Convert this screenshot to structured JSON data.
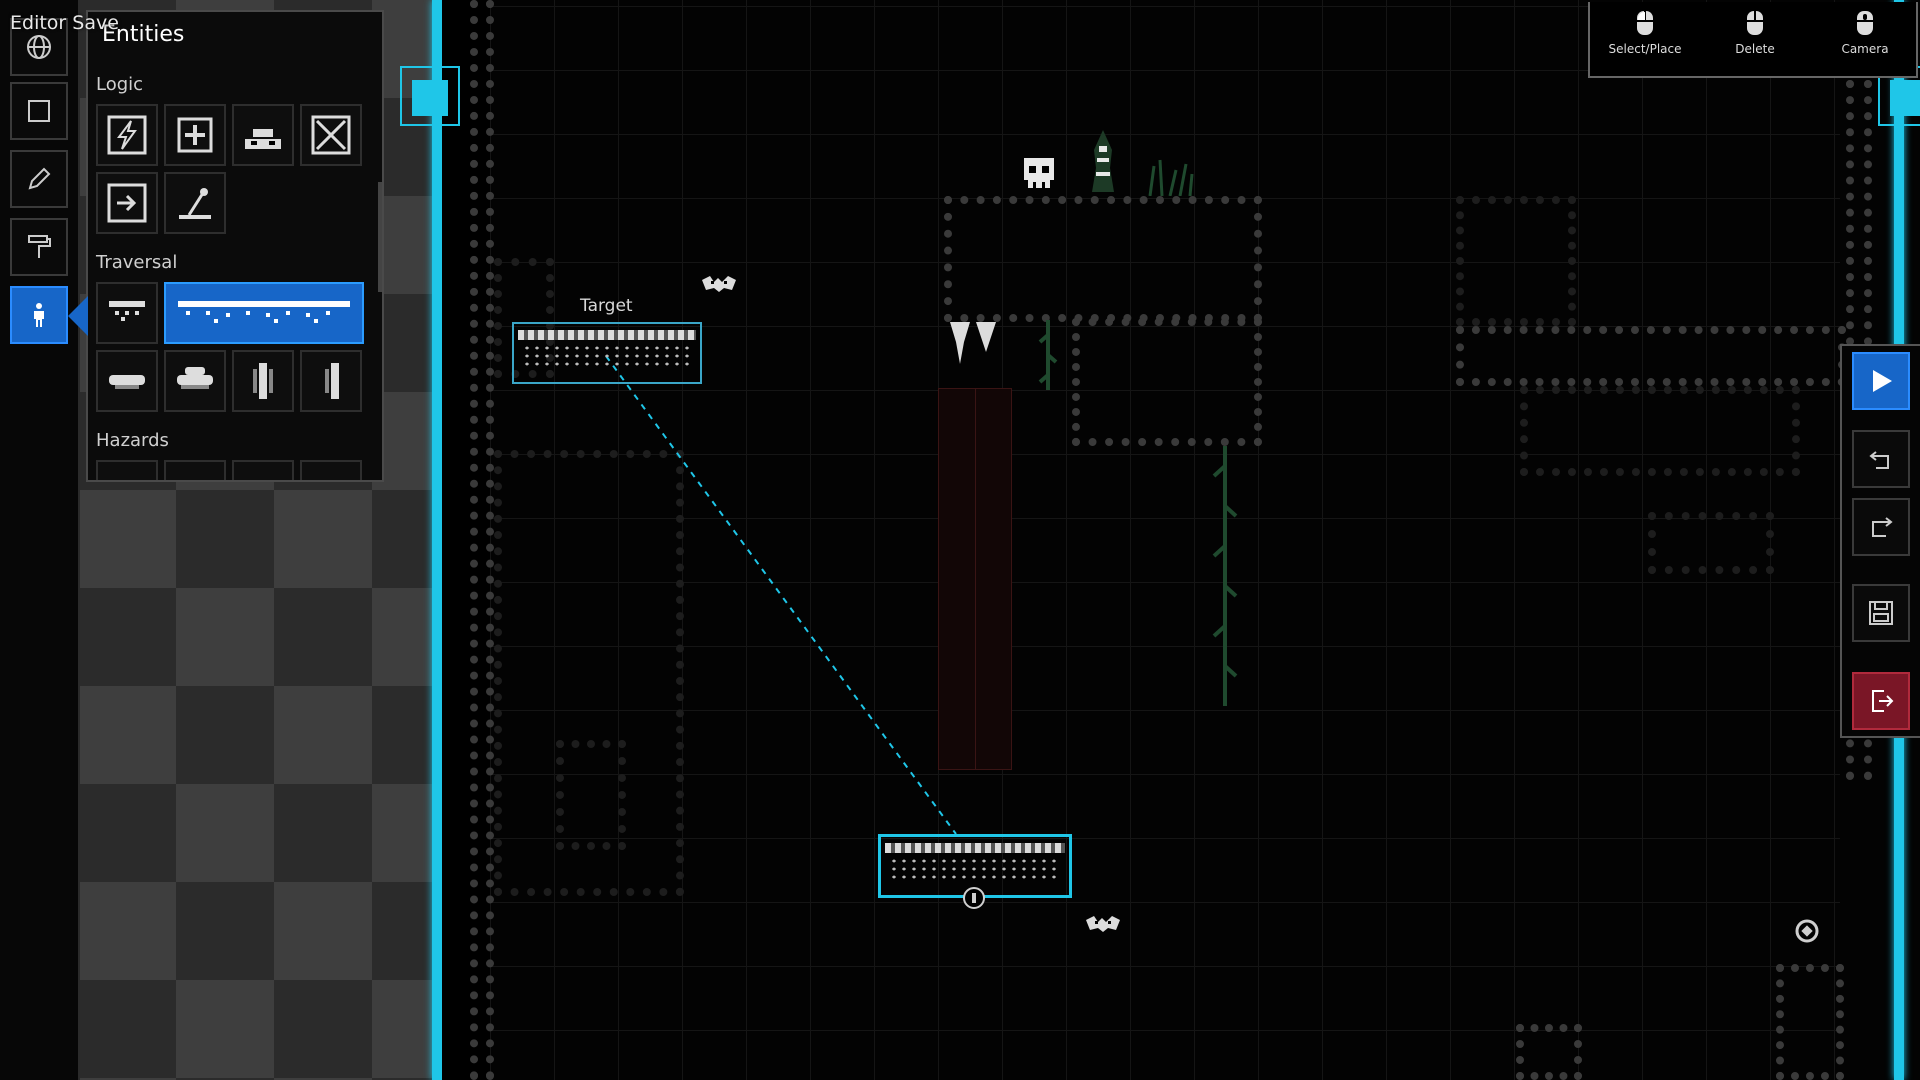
{
  "window": {
    "overlay_label": "Editor Save"
  },
  "toolbar": {
    "tools": [
      {
        "id": "world",
        "icon": "globe-icon",
        "active": false
      },
      {
        "id": "room",
        "icon": "square-icon",
        "active": false
      },
      {
        "id": "pencil",
        "icon": "pencil-icon",
        "active": false
      },
      {
        "id": "paint",
        "icon": "paint-roller-icon",
        "active": false
      },
      {
        "id": "entities",
        "icon": "person-icon",
        "active": true
      }
    ]
  },
  "entities_panel": {
    "title": "Entities",
    "categories": [
      {
        "label": "Logic",
        "items": [
          "lightning-icon",
          "plus-box-icon",
          "pressure-plate-icon",
          "crossed-box-icon",
          "arrow-box-icon",
          "lever-icon"
        ]
      },
      {
        "label": "Traversal",
        "items": [
          "small-platform-icon",
          "wide-platform-icon",
          "flat-platform-icon",
          "capsule-platform-icon",
          "vertical-platform-icon",
          "vertical-half-platform-icon"
        ]
      },
      {
        "label": "Hazards",
        "items": []
      }
    ]
  },
  "level": {
    "target_label": "Target"
  },
  "controls_hint": [
    {
      "label": "Select/Place",
      "icon": "mouse-left-icon"
    },
    {
      "label": "Delete",
      "icon": "mouse-right-icon"
    },
    {
      "label": "Camera",
      "icon": "mouse-middle-icon"
    }
  ],
  "actions": [
    {
      "id": "play",
      "icon": "play-icon"
    },
    {
      "id": "undo",
      "icon": "undo-icon"
    },
    {
      "id": "redo",
      "icon": "redo-icon"
    },
    {
      "id": "save",
      "icon": "save-icon"
    },
    {
      "id": "exit",
      "icon": "exit-icon"
    }
  ],
  "colors": {
    "accent": "#1766c8",
    "neon": "#1fc6e8",
    "exit": "#7a1626"
  }
}
